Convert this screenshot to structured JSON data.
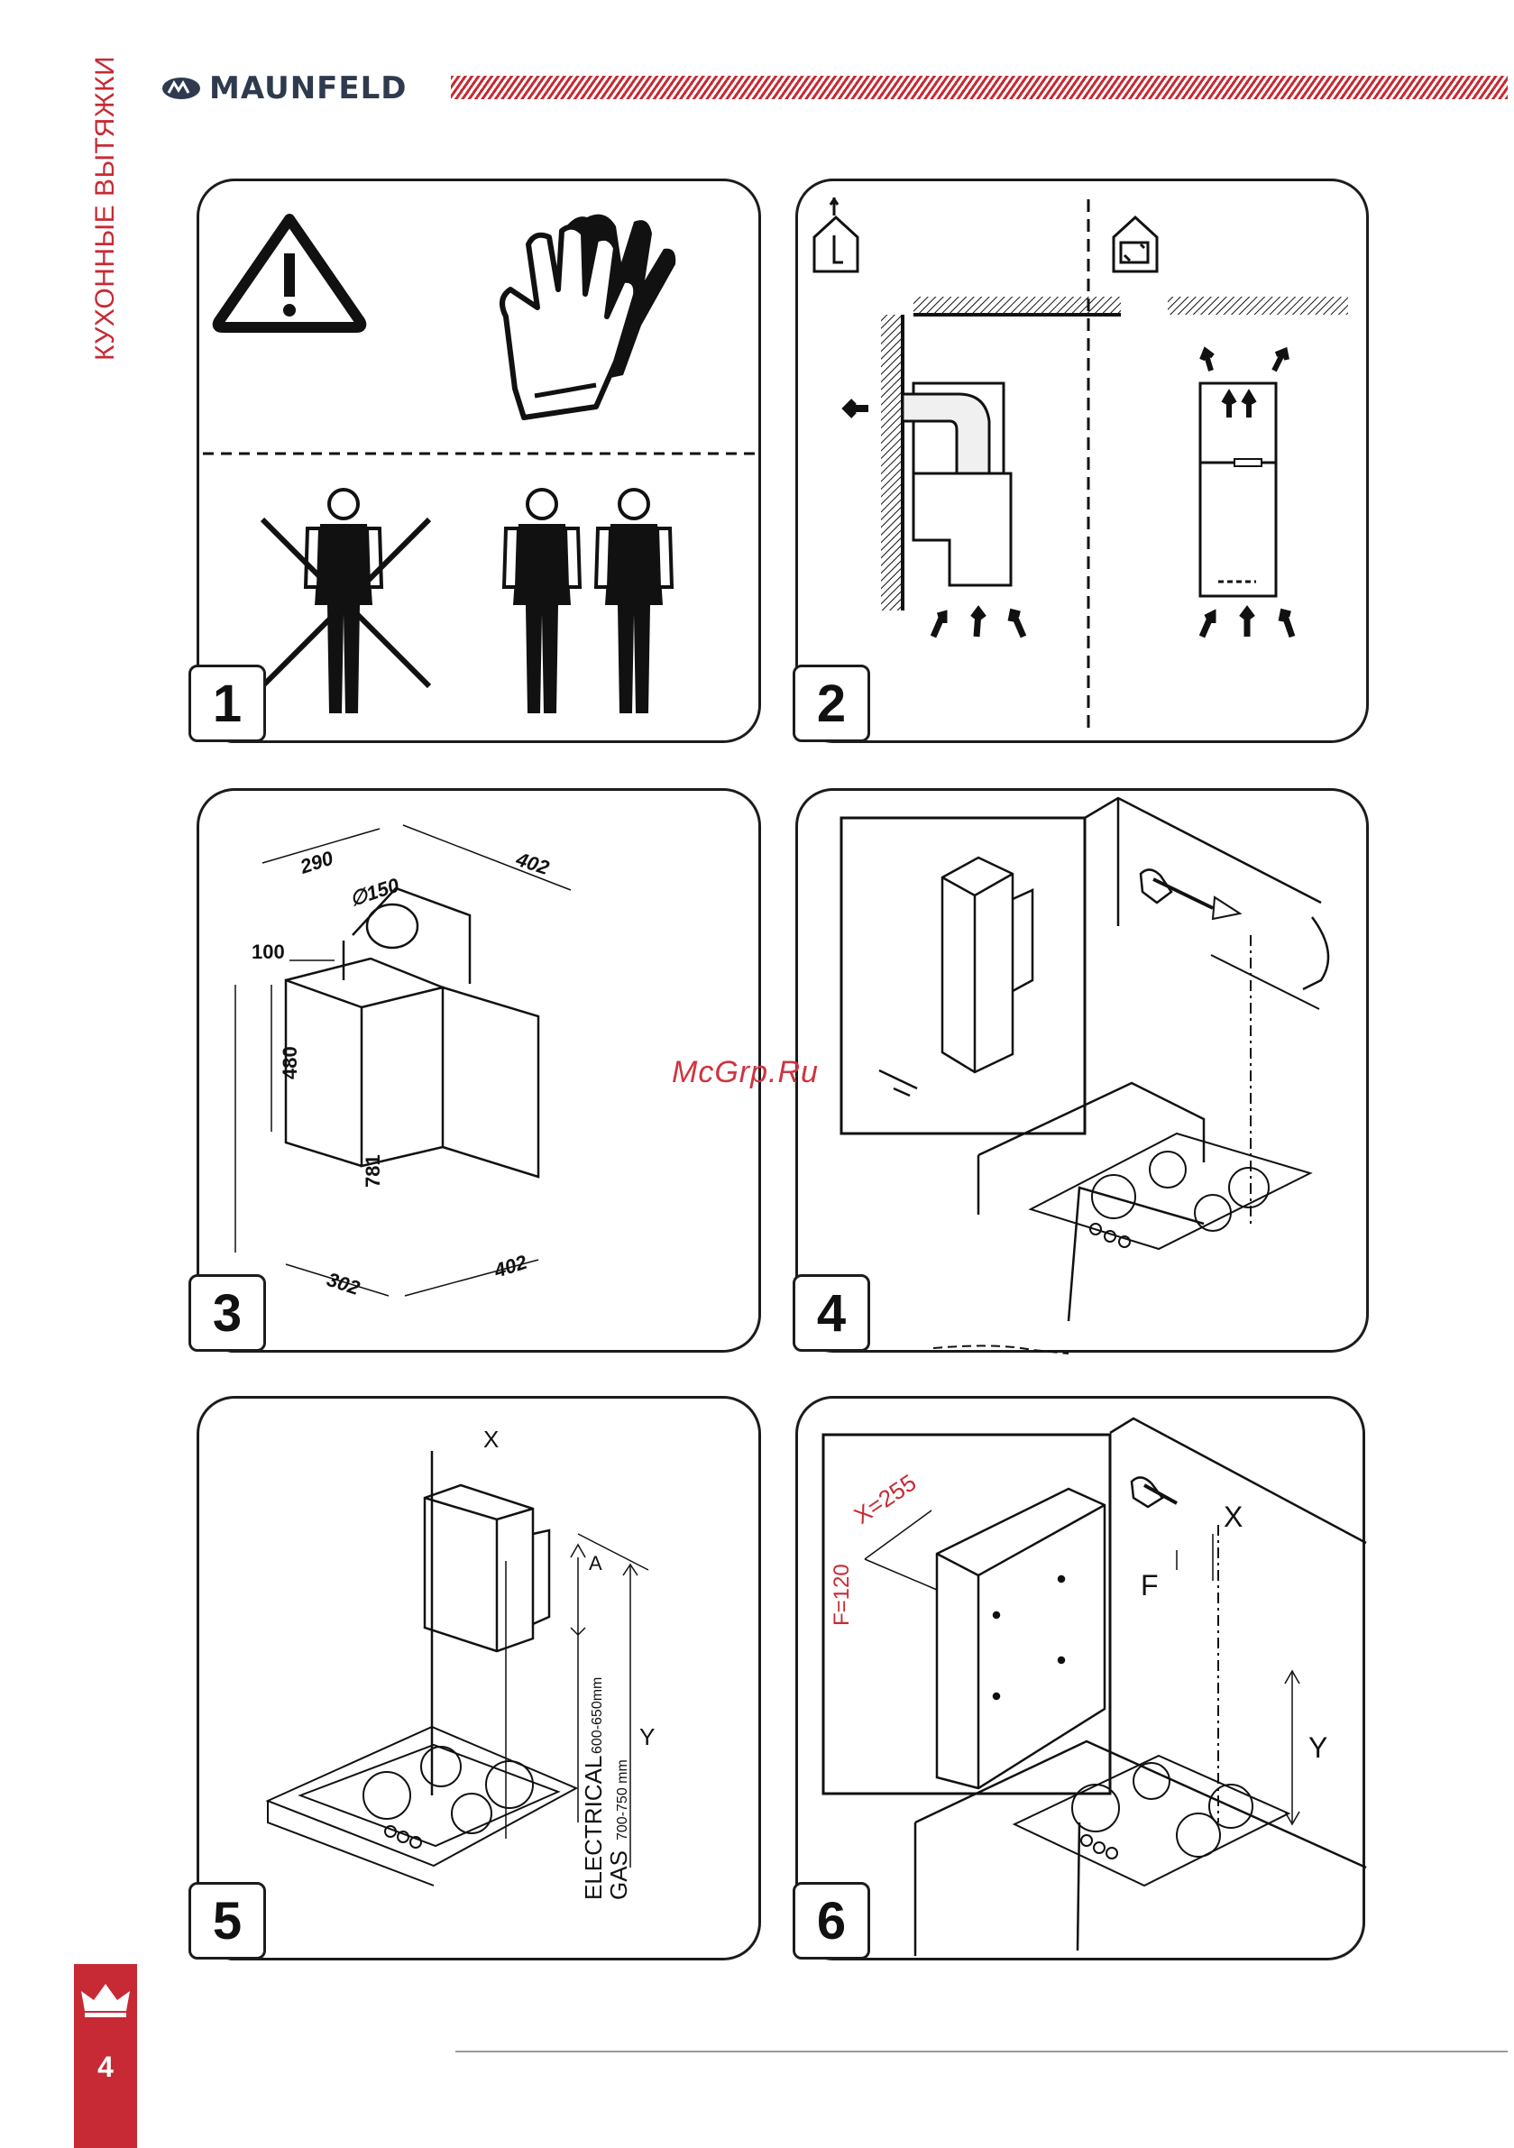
{
  "header": {
    "brand": "MAUNFELD",
    "section": "КУХОННЫЕ ВЫТЯЖКИ"
  },
  "footer": {
    "page_number": "4"
  },
  "watermark": "McGrp.Ru",
  "figures": [
    {
      "number": "1"
    },
    {
      "number": "2"
    },
    {
      "number": "3",
      "dims": {
        "d1": "290",
        "d2": "402",
        "d3": "∅150",
        "d4": "100",
        "d5": "480",
        "d6": "781",
        "d7": "302",
        "d8": "402"
      }
    },
    {
      "number": "4"
    },
    {
      "number": "5",
      "labels": {
        "x": "X",
        "a": "A",
        "y": "Y",
        "electrical": "ELECTRICAL",
        "electrical_range": "600-650mm",
        "gas": "GAS",
        "gas_range": "700-750 mm"
      }
    },
    {
      "number": "6",
      "labels": {
        "x_eq": "X=255",
        "f_eq": "F=120",
        "x": "X",
        "f": "F",
        "y": "Y"
      }
    }
  ],
  "colors": {
    "accent": "#c72a34",
    "brand": "#2f3a4e",
    "line": "#1c1c1c"
  }
}
